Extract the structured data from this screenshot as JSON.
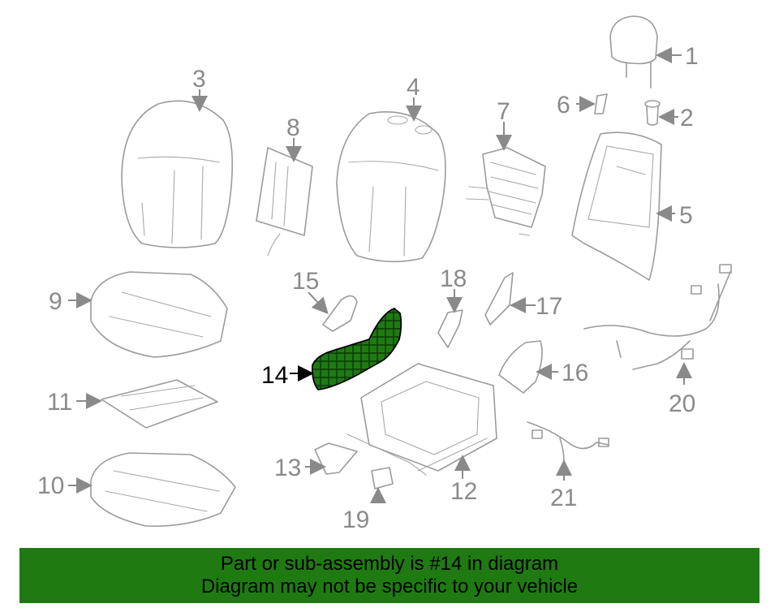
{
  "callouts": {
    "c1": "1",
    "c2": "2",
    "c3": "3",
    "c4": "4",
    "c5": "5",
    "c6": "6",
    "c7": "7",
    "c8": "8",
    "c9": "9",
    "c10": "10",
    "c11": "11",
    "c12": "12",
    "c13": "13",
    "c14": "14",
    "c15": "15",
    "c16": "16",
    "c17": "17",
    "c18": "18",
    "c19": "19",
    "c20": "20",
    "c21": "21"
  },
  "highlight_color": "#1f7a12",
  "banner": {
    "line1": "Part or sub-assembly is #14 in diagram",
    "line2": "Diagram may not be specific to your vehicle"
  }
}
